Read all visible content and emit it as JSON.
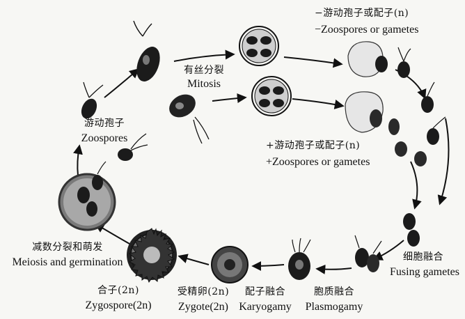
{
  "labels": {
    "minus_gametes": {
      "zh": "−游动孢子或配子(n)",
      "en": "−Zoospores or gametes"
    },
    "mitosis": {
      "zh": "有丝分裂",
      "en": "Mitosis"
    },
    "zoospores": {
      "zh": "游动孢子",
      "en": "Zoospores"
    },
    "plus_gametes": {
      "zh": "+游动孢子或配子(n)",
      "en": "+Zoospores or gametes"
    },
    "fusing": {
      "zh": "细胞融合",
      "en": "Fusing gametes"
    },
    "meiosis": {
      "zh": "减数分裂和萌发",
      "en": "Meiosis and germination"
    },
    "zygospore": {
      "zh": "合子(2n)",
      "en": "Zygospore(2n)"
    },
    "zygote": {
      "zh": "受精卵(2n)",
      "en": "Zygote(2n)"
    },
    "karyogamy": {
      "zh": "配子融合",
      "en": "Karyogamy"
    },
    "plasmogamy": {
      "zh": "胞质融合",
      "en": "Plasmogamy"
    }
  },
  "colors": {
    "ink": "#111111",
    "cell": "#1b1b1b",
    "wall": "#8a8a8a",
    "background": "#f7f7f4"
  }
}
